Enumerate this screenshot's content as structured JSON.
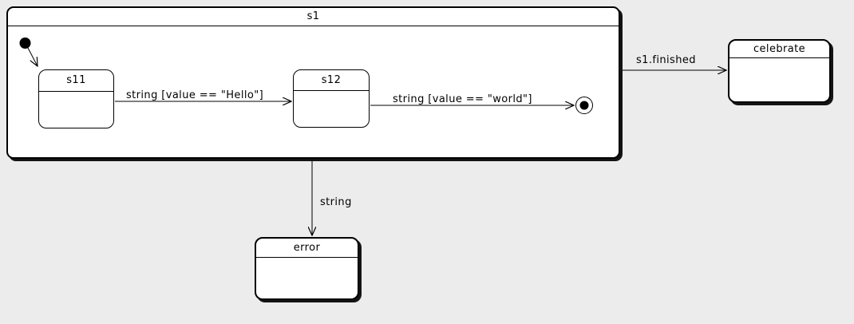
{
  "diagram": {
    "name": "statechart",
    "colors": {
      "background": "#ececec",
      "state_fill": "#ffffff",
      "stroke": "#000000",
      "shadow": "#141414"
    }
  },
  "states": {
    "s1": {
      "label": "s1"
    },
    "s11": {
      "label": "s11"
    },
    "s12": {
      "label": "s12"
    },
    "celebrate": {
      "label": "celebrate"
    },
    "error": {
      "label": "error"
    }
  },
  "pseudostates": {
    "initial": {
      "kind": "initial-state-dot"
    },
    "final": {
      "kind": "final-state-circle"
    }
  },
  "transitions": {
    "init_to_s11": {
      "label": ""
    },
    "s11_to_s12": {
      "label": "string [value == \"Hello\"]"
    },
    "s12_to_final": {
      "label": "string [value == \"world\"]"
    },
    "s1_to_celebrate": {
      "label": "s1.finished"
    },
    "s1_to_error": {
      "label": "string"
    }
  }
}
